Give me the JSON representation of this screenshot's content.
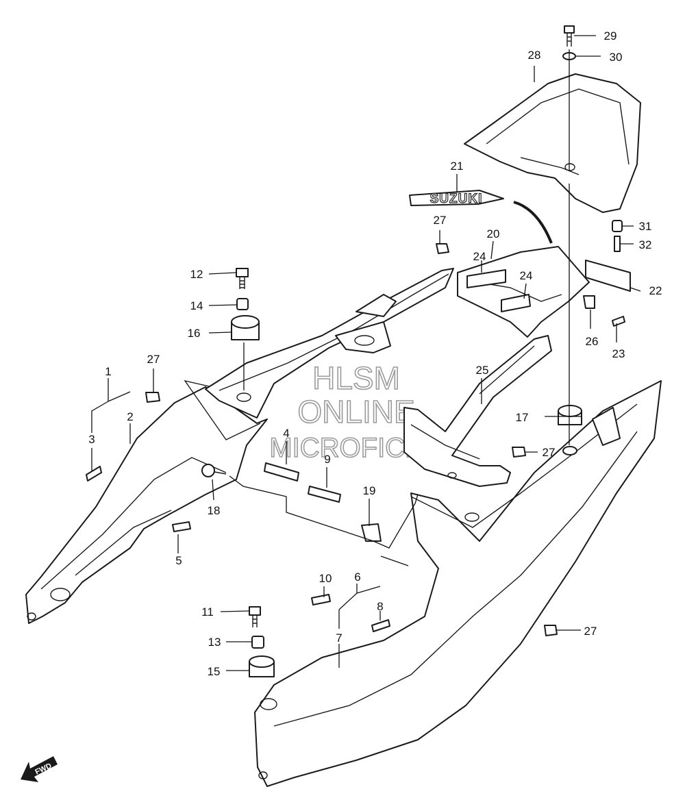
{
  "diagram": {
    "callouts": [
      "1",
      "2",
      "3",
      "4",
      "5",
      "6",
      "7",
      "8",
      "9",
      "10",
      "11",
      "12",
      "13",
      "14",
      "15",
      "16",
      "17",
      "18",
      "19",
      "20",
      "21",
      "22",
      "23",
      "24",
      "25",
      "26",
      "27",
      "28",
      "29",
      "30",
      "31",
      "32"
    ],
    "repeat_labels": {
      "p24": "24",
      "p27": "27"
    },
    "brand_emblem": "SUZUKI",
    "direction_arrow": "FWD",
    "watermark": {
      "line1": "HLSM",
      "line2": "ONLINE",
      "line3": "MICROFICHE"
    }
  }
}
